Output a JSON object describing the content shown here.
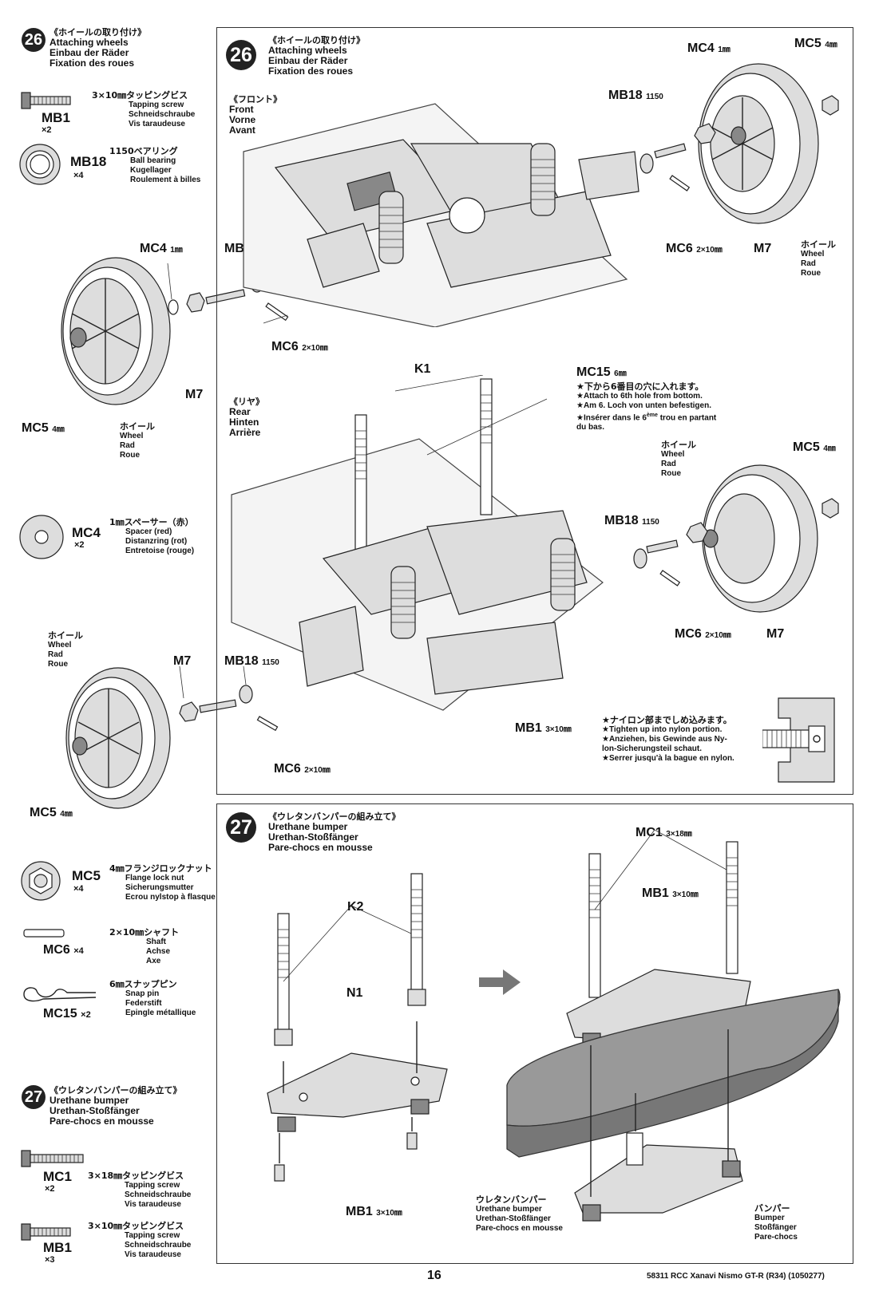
{
  "step26": {
    "number": "26",
    "title_jp": "《ホイールの取り付け》",
    "title_en": "Attaching wheels",
    "title_de": "Einbau der Räder",
    "title_fr": "Fixation des roues"
  },
  "step27": {
    "number": "27",
    "title_jp": "《ウレタンバンパーの組み立て》",
    "title_en": "Urethane bumper",
    "title_de": "Urethan-Stoßfänger",
    "title_fr": "Pare-chocs en mousse"
  },
  "parts": {
    "mb1_26": {
      "code": "MB1",
      "qty": "×2",
      "jp": "3×10㎜タッピングビス",
      "en": "Tapping screw",
      "de": "Schneidschraube",
      "fr": "Vis taraudeuse"
    },
    "mb18": {
      "code": "MB18",
      "qty": "×4",
      "jp": "1150ベアリング",
      "en": "Ball bearing",
      "de": "Kugellager",
      "fr": "Roulement à billes"
    },
    "mc4": {
      "code": "MC4",
      "qty": "×2",
      "jp": "1㎜スペーサー（赤）",
      "en": "Spacer (red)",
      "de": "Distanzring (rot)",
      "fr": "Entretoise (rouge)"
    },
    "mc5": {
      "code": "MC5",
      "qty": "×4",
      "jp": "4㎜フランジロックナット",
      "en": "Flange lock nut",
      "de": "Sicherungsmutter",
      "fr": "Ecrou nylstop à flasque"
    },
    "mc6": {
      "code": "MC6",
      "qty": "×4",
      "jp": "2×10㎜シャフト",
      "en": "Shaft",
      "de": "Achse",
      "fr": "Axe"
    },
    "mc15": {
      "code": "MC15",
      "qty": "×2",
      "jp": "6㎜スナップピン",
      "en": "Snap pin",
      "de": "Federstift",
      "fr": "Epingle métallique"
    },
    "mc1": {
      "code": "MC1",
      "qty": "×2",
      "jp": "3×18㎜タッピングビス",
      "en": "Tapping screw",
      "de": "Schneidschraube",
      "fr": "Vis taraudeuse"
    },
    "mb1_27": {
      "code": "MB1",
      "qty": "×3",
      "jp": "3×10㎜タッピングビス",
      "en": "Tapping screw",
      "de": "Schneidschraube",
      "fr": "Vis taraudeuse"
    }
  },
  "front": {
    "jp": "《フロント》",
    "en": "Front",
    "de": "Vorne",
    "fr": "Avant"
  },
  "rear": {
    "jp": "《リヤ》",
    "en": "Rear",
    "de": "Hinten",
    "fr": "Arrière"
  },
  "wheel": {
    "jp": "ホイール",
    "en": "Wheel",
    "de": "Rad",
    "fr": "Roue"
  },
  "labels": {
    "mc4_1mm": "MC4",
    "mm1": "1㎜",
    "mc5_4mm": "MC5",
    "mm4": "4㎜",
    "mb18_1150": "MB18",
    "n1150": "1150",
    "mc6_2x10": "MC6",
    "mm2x10": "2×10㎜",
    "m7": "M7",
    "k1": "K1",
    "k2": "K2",
    "n1": "N1",
    "mc15": "MC15",
    "mm6": "6㎜",
    "mb1": "MB1",
    "mm3x10": "3×10㎜",
    "mc1": "MC1",
    "mm3x18": "3×18㎜"
  },
  "mc15_note": {
    "jp": "★下から6番目の穴に入れます。",
    "en": "★Attach to 6th hole from bottom.",
    "de": "★Am 6. Loch von unten befestigen.",
    "fr1": "★Insérer dans le 6",
    "fr_sup": "ème",
    "fr2": " trou en partant",
    "fr3": "du bas."
  },
  "nylon_note": {
    "jp": "★ナイロン部までしめ込みます。",
    "en": "★Tighten up into nylon portion.",
    "de1": "★Anziehen, bis Gewinde aus Ny-",
    "de2": "lon-Sicherungsteil schaut.",
    "fr": "★Serrer jusqu'à la bague en nylon."
  },
  "urethane_bumper": {
    "jp": "ウレタンバンパー",
    "en": "Urethane bumper",
    "de": "Urethan-Stoßfänger",
    "fr": "Pare-chocs en mousse"
  },
  "bumper": {
    "jp": "バンパー",
    "en": "Bumper",
    "de": "Stoßfänger",
    "fr": "Pare-chocs"
  },
  "footer": {
    "page": "16",
    "model": "58311  RCC Xanavi Nismo GT-R (R34) (1050277)"
  }
}
